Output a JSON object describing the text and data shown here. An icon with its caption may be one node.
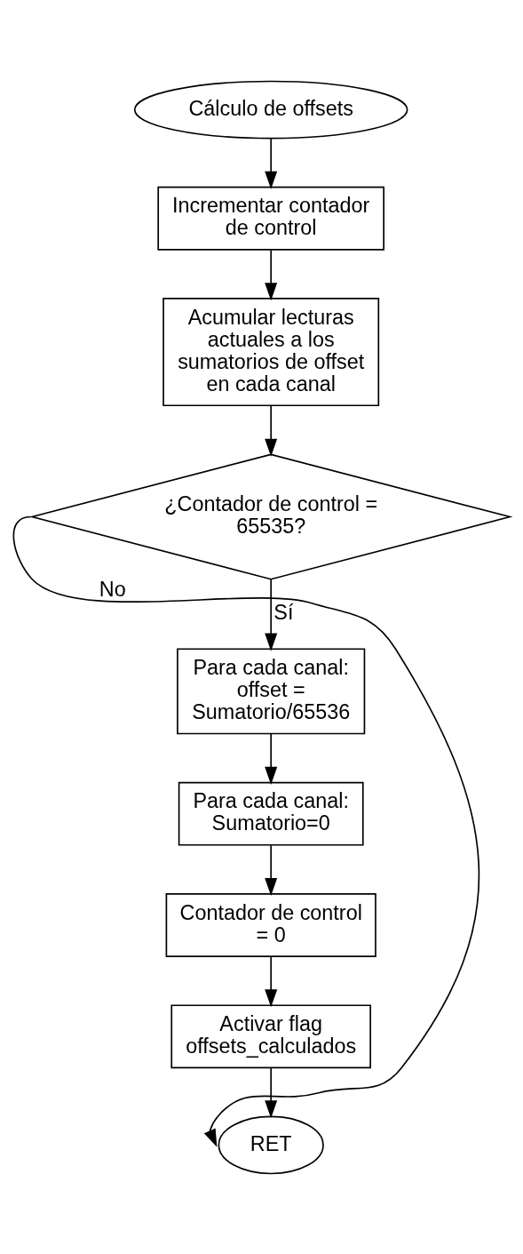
{
  "diagram": {
    "nodes": [
      {
        "text": [
          "Cálculo de offsets"
        ]
      },
      {
        "text": [
          "Incrementar contador de control"
        ]
      },
      {
        "text": [
          "Acumular lecturas actuales a los sumatorios de offset en cada canal"
        ]
      },
      {
        "text": [
          "¿Contador de control = 65535?"
        ]
      },
      {
        "text": [
          "Para cada canal: offset = Sumatorio/65536"
        ]
      },
      {
        "text": [
          "Para cada canal: Sumatorio=0"
        ]
      },
      {
        "text": [
          "Contador de control = 0"
        ]
      },
      {
        "text": [
          "Activar flag offsets_calculados"
        ]
      },
      {
        "text": [
          "RET"
        ]
      }
    ],
    "edges": [
      {
        "from": 0,
        "to": 1,
        "arrow": "to"
      },
      {
        "from": 1,
        "to": 2,
        "arrow": "to"
      },
      {
        "from": 2,
        "to": 3,
        "arrow": "to"
      },
      {
        "from": 3,
        "to": 4,
        "arrow": "to",
        "label": "Sí"
      },
      {
        "from": 4,
        "to": 5,
        "arrow": "to"
      },
      {
        "from": 5,
        "to": 6,
        "arrow": "to"
      },
      {
        "from": 6,
        "to": 7,
        "arrow": "to"
      },
      {
        "from": 7,
        "to": 8,
        "arrow": "to"
      },
      {
        "from": 3,
        "to": 8,
        "arrow": "to",
        "label": "No"
      }
    ]
  }
}
